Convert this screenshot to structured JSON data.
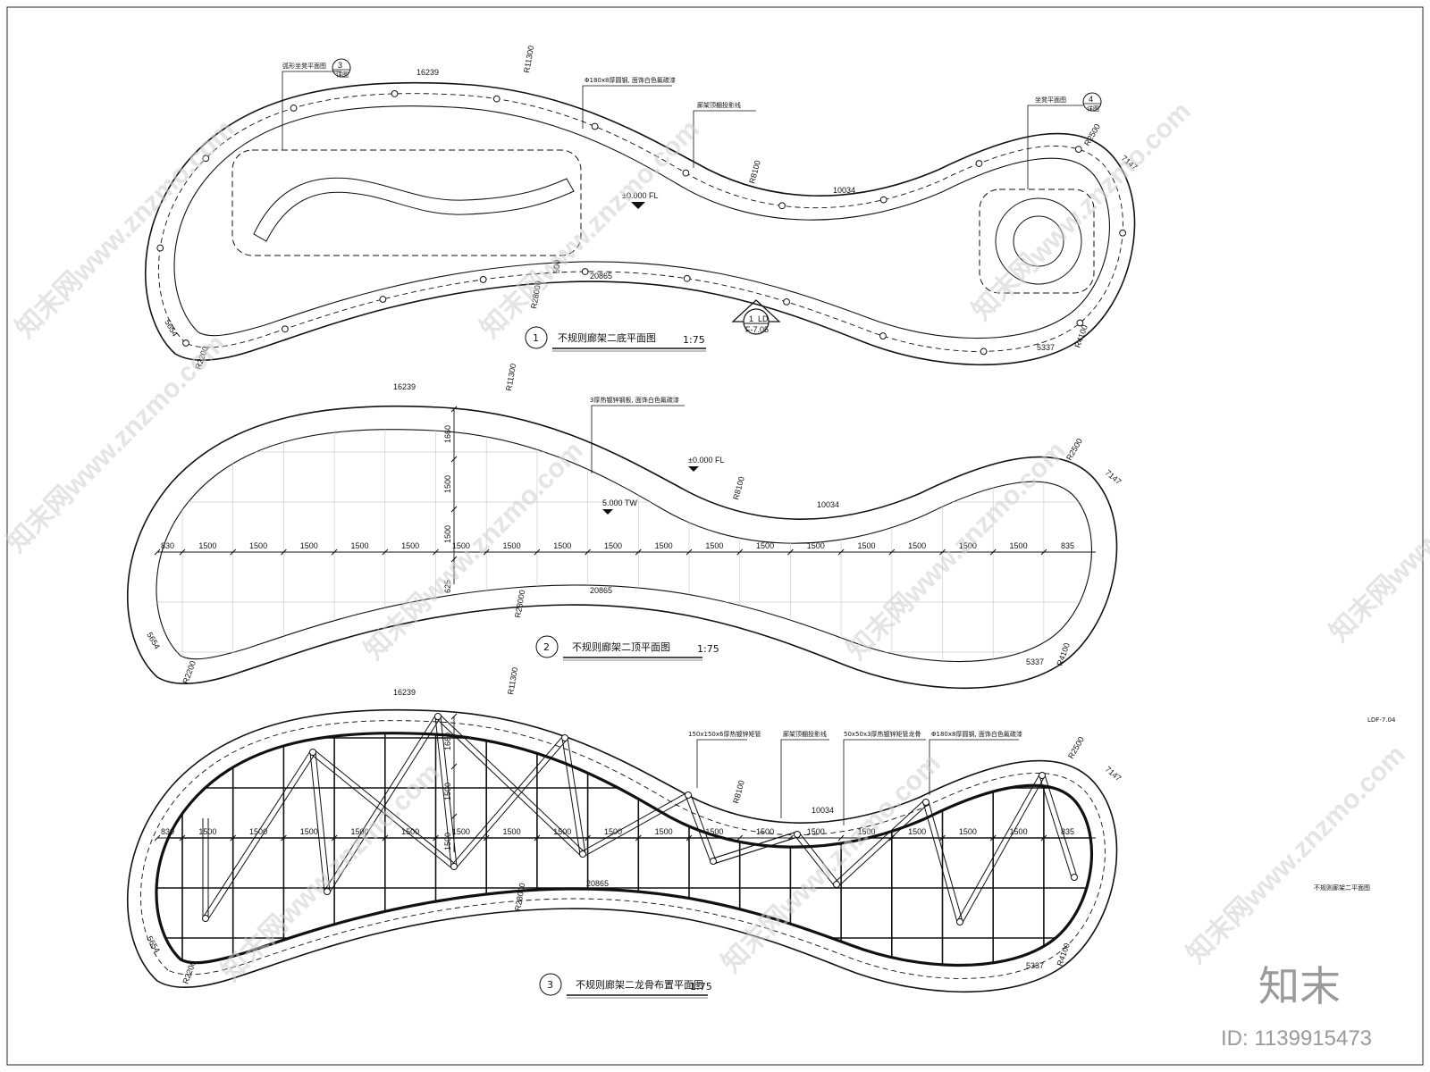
{
  "plan1": {
    "num": "1",
    "title": "不规则廊架二底平面图",
    "scale": "1:75",
    "dims": {
      "arc_top": "16239",
      "r_top": "R11300",
      "mid": "10034",
      "r_mid": "R8100",
      "r_right": "R2500",
      "right": "7147",
      "bottom": "20865",
      "r_bottom": "R28000",
      "left": "5654",
      "r_left": "R2200",
      "right_bottom": "5337",
      "r_right_bottom": "R4100",
      "gap": "500"
    },
    "level": "±0.000 FL",
    "notes": {
      "bench_arc": "弧形坐凳平面图",
      "pipe": "Φ180x8厚圆钢, 面饰白色氟碳漆",
      "projection": "廊架顶棚投影线",
      "bench": "坐凳平面图"
    },
    "callout_left": {
      "num": "3",
      "sheet": "详图"
    },
    "callout_right": {
      "num": "4",
      "sheet": "详图"
    },
    "section_mark": {
      "num": "1",
      "sheet": "LD",
      "ref": "F-7.05"
    }
  },
  "plan2": {
    "num": "2",
    "title": "不规则廊架二顶平面图",
    "scale": "1:75",
    "dims": {
      "arc_top": "16239",
      "r_top": "R11300",
      "mid": "10034",
      "r_mid": "R8100",
      "r_right": "R2500",
      "right": "7147",
      "bottom": "20865",
      "r_bottom": "R28000",
      "left": "5654",
      "r_left": "R2200",
      "right_bottom": "5337",
      "r_right_bottom": "R4100"
    },
    "vdims": [
      "1660",
      "1500",
      "1500",
      "625"
    ],
    "hdims": [
      "830",
      "1500",
      "1500",
      "1500",
      "1500",
      "1500",
      "1500",
      "1500",
      "1500",
      "1500",
      "1500",
      "1500",
      "1500",
      "1500",
      "1500",
      "1500",
      "1500",
      "1500",
      "835"
    ],
    "level": "±0.000 FL",
    "top_level": "5.000 TW",
    "notes": {
      "plate": "3厚热镀锌钢板, 面饰白色氟碳漆"
    }
  },
  "plan3": {
    "num": "3",
    "title": "不规则廊架二龙骨布置平面图",
    "scale": "1:75",
    "dims": {
      "arc_top": "16239",
      "r_top": "R11300",
      "mid": "10034",
      "r_mid": "R8100",
      "r_right": "R2500",
      "right": "7147",
      "bottom": "20865",
      "r_bottom": "R28000",
      "left": "5654",
      "r_left": "R2200",
      "right_bottom": "5337",
      "r_right_bottom": "R4100"
    },
    "vdims": [
      "1660",
      "1500",
      "1500"
    ],
    "hdims": [
      "830",
      "1500",
      "1500",
      "1500",
      "1500",
      "1500",
      "1500",
      "1500",
      "1500",
      "1500",
      "1500",
      "1500",
      "1500",
      "1500",
      "1500",
      "1500",
      "1500",
      "1500",
      "835"
    ],
    "notes": {
      "tube150": "150x150x6厚热镀锌矩管",
      "projection": "廊架顶棚投影线",
      "tube50": "50x50x3厚热镀锌矩管龙骨",
      "pipe": "Φ180x8厚圆钢, 面饰白色氟碳漆"
    }
  },
  "sheet": {
    "code": "LDF-7.04",
    "name": "不规则廊架二平面图"
  },
  "watermark": {
    "site": "知末网www.znzmo.com",
    "brand": "知末",
    "id": "ID: 1139915473"
  }
}
